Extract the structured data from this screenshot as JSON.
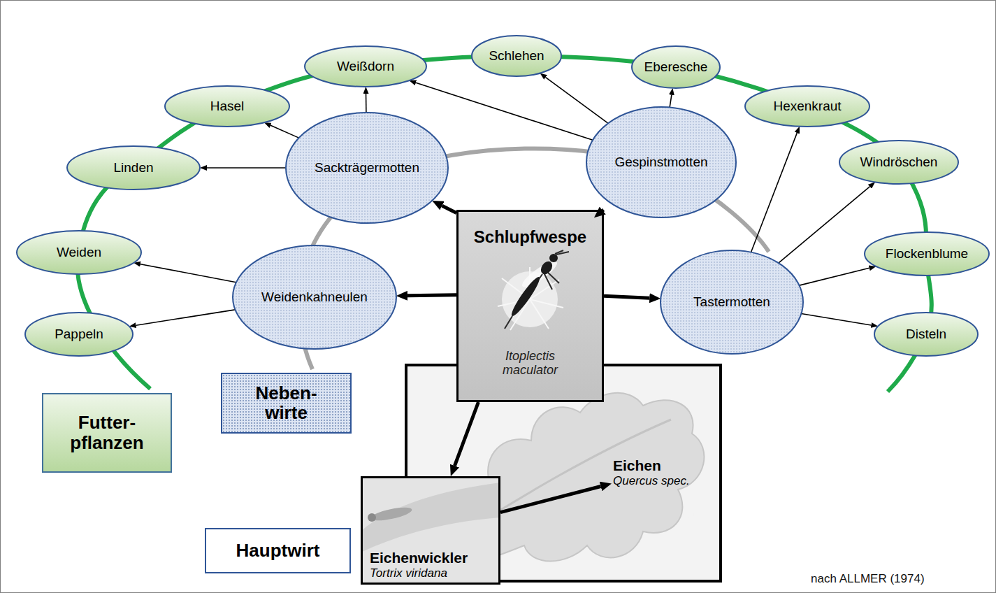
{
  "diagram": {
    "nodes": [
      {
        "text": [
          "Schlehen"
        ]
      },
      {
        "text": [
          "Weißdorn"
        ]
      },
      {
        "text": [
          "Eberesche"
        ]
      },
      {
        "text": [
          "Hasel"
        ]
      },
      {
        "text": [
          "Hexenkraut"
        ]
      },
      {
        "text": [
          "Linden"
        ]
      },
      {
        "text": [
          "Windröschen"
        ]
      },
      {
        "text": [
          "Sackträgermotten"
        ]
      },
      {
        "text": [
          "Gespinstmotten"
        ]
      },
      {
        "text": [
          "Schlupfwespe",
          "Itoplectis maculator"
        ]
      },
      {
        "text": [
          "Weiden"
        ]
      },
      {
        "text": [
          "Flockenblume"
        ]
      },
      {
        "text": [
          "Weidenkahneulen"
        ]
      },
      {
        "text": [
          "Tastermotten"
        ]
      },
      {
        "text": [
          "Pappeln"
        ]
      },
      {
        "text": [
          "Disteln"
        ]
      },
      {
        "text": [
          "Neben- wirte"
        ]
      },
      {
        "text": [
          "Futter- pflanzen"
        ]
      },
      {
        "text": [
          "Eichen",
          "Quercus spec."
        ]
      },
      {
        "text": [
          "Eichenwickler",
          "Tortrix viridana"
        ]
      },
      {
        "text": [
          "Hauptwirt"
        ]
      }
    ],
    "edges": [
      {
        "from": 9,
        "to": 7,
        "arrow": "to"
      },
      {
        "from": 9,
        "to": 8,
        "arrow": "to"
      },
      {
        "from": 9,
        "to": 12,
        "arrow": "to"
      },
      {
        "from": 9,
        "to": 13,
        "arrow": "to"
      },
      {
        "from": 9,
        "to": 19,
        "arrow": "to"
      },
      {
        "from": 19,
        "to": 18,
        "arrow": "to"
      },
      {
        "from": 7,
        "to": 1,
        "arrow": "to"
      },
      {
        "from": 7,
        "to": 3,
        "arrow": "to"
      },
      {
        "from": 7,
        "to": 5,
        "arrow": "to"
      },
      {
        "from": 8,
        "to": 1,
        "arrow": "to"
      },
      {
        "from": 8,
        "to": 0,
        "arrow": "to"
      },
      {
        "from": 8,
        "to": 2,
        "arrow": "to"
      },
      {
        "from": 12,
        "to": 10,
        "arrow": "to"
      },
      {
        "from": 12,
        "to": 14,
        "arrow": "to"
      },
      {
        "from": 13,
        "to": 4,
        "arrow": "to"
      },
      {
        "from": 13,
        "to": 6,
        "arrow": "to"
      },
      {
        "from": 13,
        "to": 11,
        "arrow": "to"
      },
      {
        "from": 13,
        "to": 15,
        "arrow": "to"
      }
    ],
    "labels": [
      "nach ALLMER (1974)"
    ]
  }
}
